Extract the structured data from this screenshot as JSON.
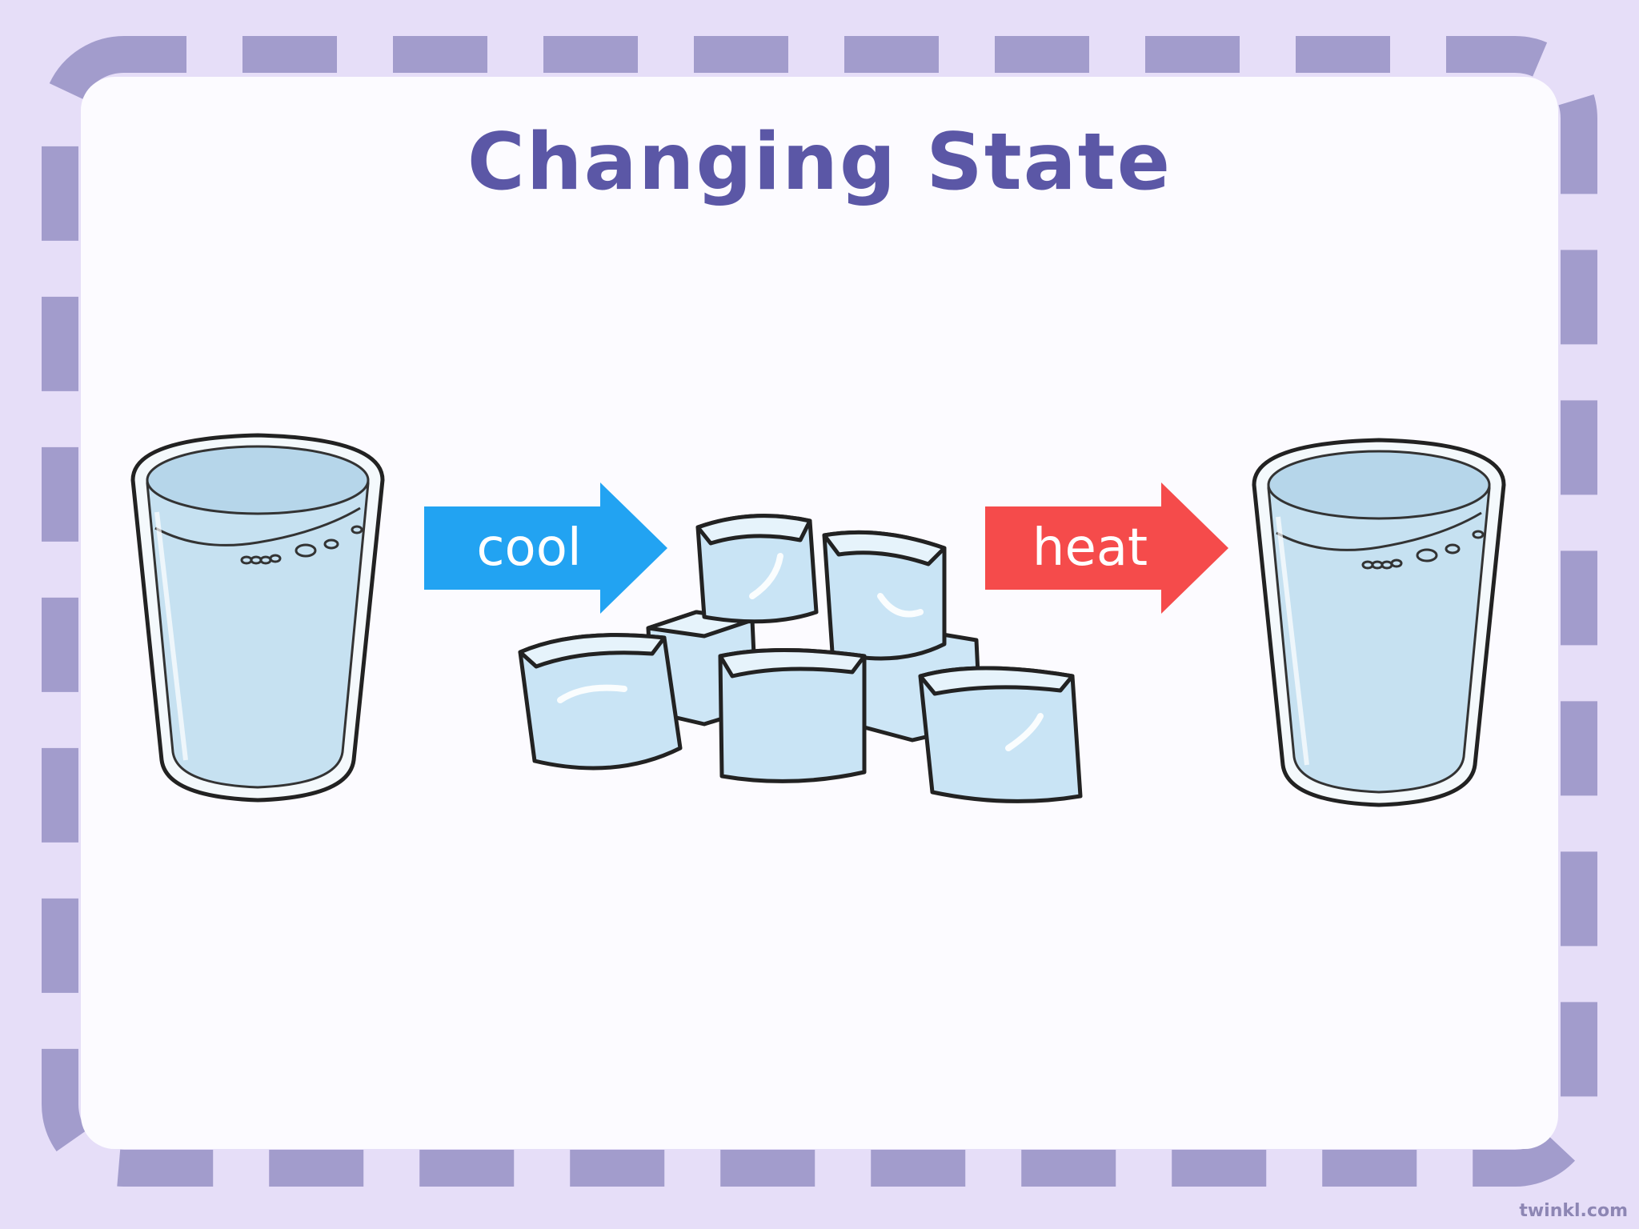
{
  "slide": {
    "title": "Changing State"
  },
  "process": {
    "cool_label": "cool",
    "heat_label": "heat"
  },
  "watermark": "twinkl.com",
  "colors": {
    "background": "#e6def8",
    "border_dash": "#a29ccc",
    "card": "#fcfbff",
    "title": "#5b57a6",
    "cool_arrow": "#22a3f2",
    "heat_arrow": "#f54b4b",
    "water": "#c6e1f1",
    "ice": "#c9e4f5"
  },
  "illustrations": {
    "start": "glass-of-water",
    "middle": "ice-cubes",
    "end": "glass-of-water"
  }
}
